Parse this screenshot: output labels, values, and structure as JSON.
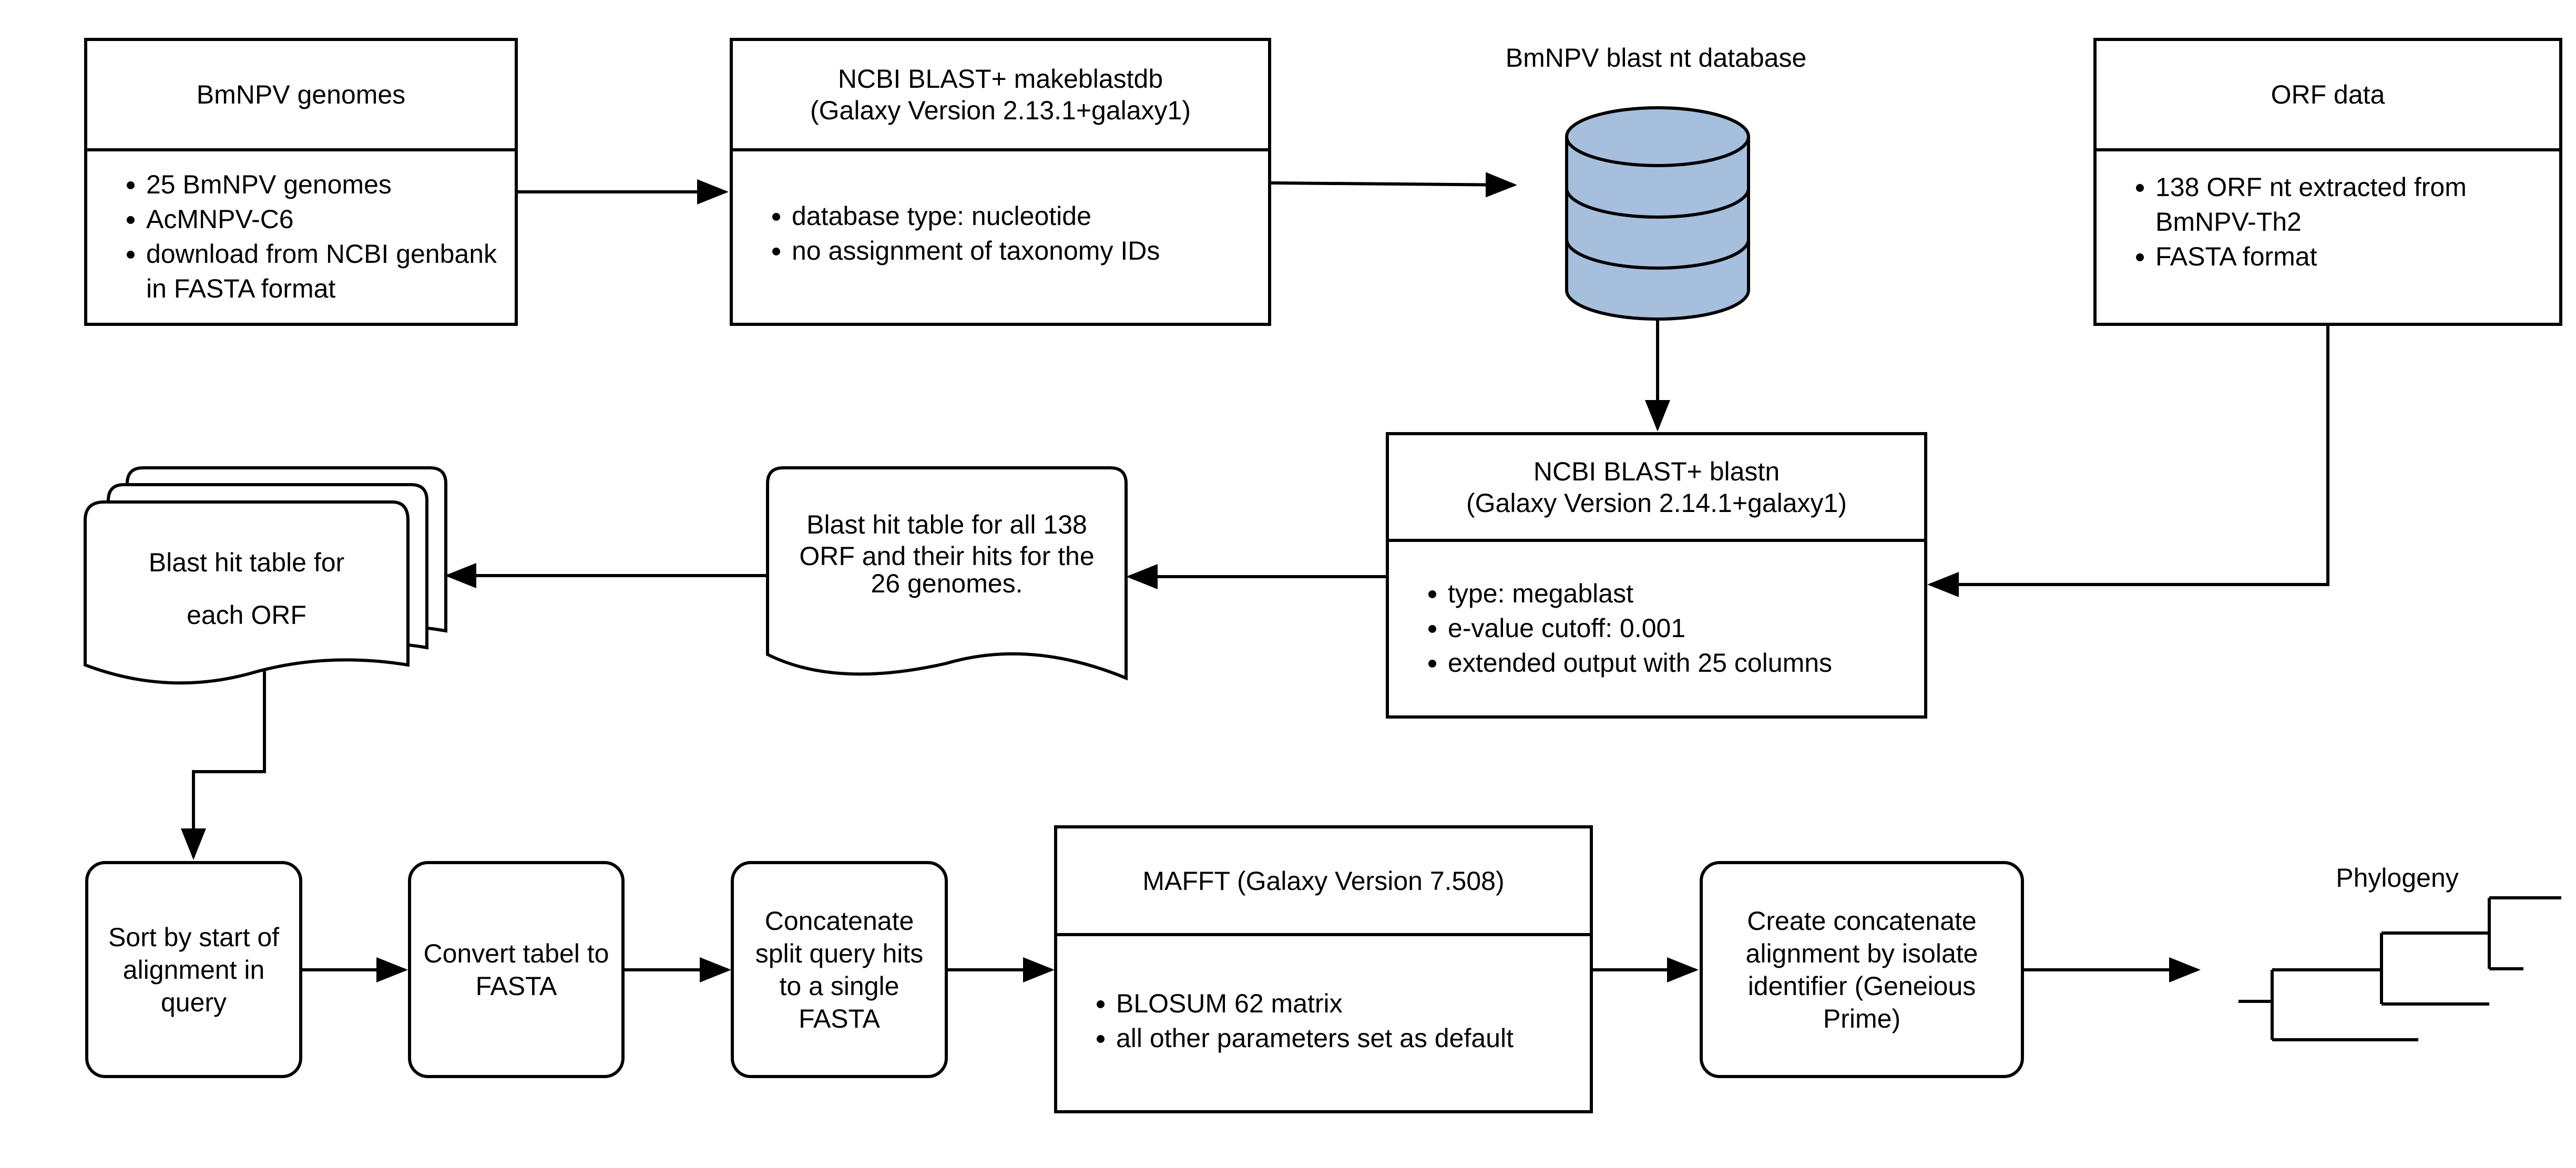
{
  "genomes": {
    "title": "BmNPV genomes",
    "items": [
      "25 BmNPV genomes",
      "AcMNPV-C6",
      "download from NCBI genbank in FASTA format"
    ]
  },
  "makeblastdb": {
    "title_line1": "NCBI BLAST+ makeblastdb",
    "title_line2": "(Galaxy Version 2.13.1+galaxy1)",
    "items": [
      "database type: nucleotide",
      "no assignment of taxonomy IDs"
    ]
  },
  "database": {
    "label": "BmNPV blast nt database",
    "fill_color": "#a5bfdd"
  },
  "orf_data": {
    "title": "ORF data",
    "items": [
      "138 ORF nt  extracted from BmNPV-Th2",
      "FASTA format"
    ]
  },
  "blastn": {
    "title_line1": "NCBI BLAST+ blastn",
    "title_line2": "(Galaxy Version 2.14.1+galaxy1)",
    "items": [
      "type: megablast",
      "e-value cutoff: 0.001",
      "extended output with 25 columns"
    ]
  },
  "hit_table_all": {
    "line1": "Blast hit table for all 138",
    "line2": "ORF and their hits for the",
    "line3": "26 genomes."
  },
  "hit_table_each": {
    "line1": "Blast hit table for",
    "line2": "each ORF"
  },
  "sort_step": {
    "line1": "Sort by start of",
    "line2": "alignment in",
    "line3": "query"
  },
  "convert_step": {
    "line1": "Convert tabel to",
    "line2": "FASTA"
  },
  "concat_step": {
    "line1": "Concatenate",
    "line2": "split query hits",
    "line3": "to a single",
    "line4": "FASTA"
  },
  "mafft": {
    "title": "MAFFT (Galaxy Version 7.508)",
    "items": [
      "BLOSUM 62 matrix",
      "all other parameters set as default"
    ]
  },
  "geneious_step": {
    "line1": "Create concatenate",
    "line2": "alignment by isolate",
    "line3": "identifier (Geneious",
    "line4": "Prime)"
  },
  "phylogeny": {
    "label": "Phylogeny"
  }
}
